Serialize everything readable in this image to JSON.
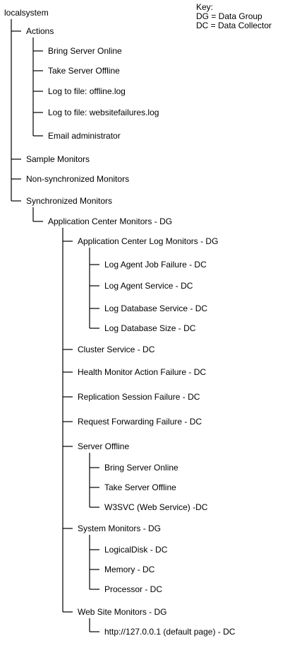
{
  "key": {
    "title": "Key:",
    "dg": "DG = Data Group",
    "dc": "DC = Data Collector"
  },
  "tree": {
    "label": "localsystem",
    "children": [
      {
        "label": "Actions",
        "children": [
          {
            "label": "Bring Server Online"
          },
          {
            "label": "Take Server Offline"
          },
          {
            "label": "Log to file: offline.log"
          },
          {
            "label": "Log to file: websitefailures.log"
          },
          {
            "label": "Email administrator"
          }
        ]
      },
      {
        "label": "Sample Monitors"
      },
      {
        "label": "Non-synchronized Monitors"
      },
      {
        "label": "Synchronized Monitors",
        "children": [
          {
            "label": "Application Center Monitors - DG",
            "children": [
              {
                "label": "Application Center Log Monitors - DG",
                "children": [
                  {
                    "label": "Log Agent Job Failure - DC"
                  },
                  {
                    "label": "Log Agent Service - DC"
                  },
                  {
                    "label": "Log Database Service - DC"
                  },
                  {
                    "label": "Log Database Size - DC"
                  }
                ]
              },
              {
                "label": "Cluster Service - DC"
              },
              {
                "label": "Health Monitor Action Failure - DC"
              },
              {
                "label": "Replication Session Failure - DC"
              },
              {
                "label": "Request Forwarding Failure - DC"
              },
              {
                "label": "Server Offline",
                "children": [
                  {
                    "label": "Bring Server Online"
                  },
                  {
                    "label": "Take Server Offline"
                  },
                  {
                    "label": "W3SVC (Web Service) -DC"
                  }
                ]
              },
              {
                "label": "System Monitors - DG",
                "children": [
                  {
                    "label": "LogicalDisk - DC"
                  },
                  {
                    "label": "Memory - DC"
                  },
                  {
                    "label": "Processor - DC"
                  }
                ]
              },
              {
                "label": "Web Site Monitors - DG",
                "children": [
                  {
                    "label": "http://127.0.0.1 (default page) - DC"
                  }
                ]
              }
            ]
          }
        ]
      }
    ]
  }
}
